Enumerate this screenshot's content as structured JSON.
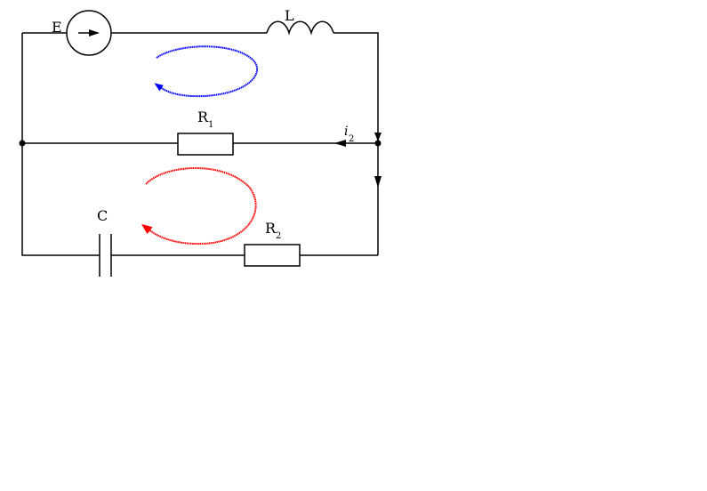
{
  "diagram": {
    "type": "electrical-circuit",
    "labels": {
      "source": "E",
      "inductor": "L",
      "resistor1": "R",
      "resistor1_sub": "1",
      "resistor2": "R",
      "resistor2_sub": "2",
      "capacitor": "C",
      "current": "i",
      "current_sub": "2"
    },
    "colors": {
      "wire": "#000000",
      "loop1": "#0000ff",
      "loop2": "#ff0000"
    }
  }
}
